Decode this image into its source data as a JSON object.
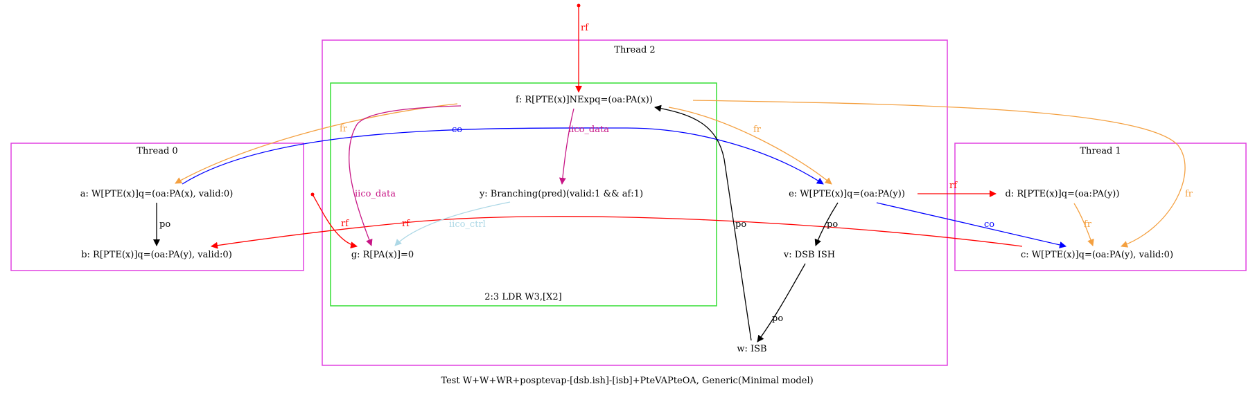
{
  "caption": "Test W+W+WR+posptevap-[dsb.ish]-[isb]+PteVAPteOA, Generic(Minimal model)",
  "colors": {
    "po": "#000000",
    "rf": "#ff0000",
    "fr": "#f4a040",
    "co": "#0000ff",
    "iico_data": "#c71585",
    "iico_ctrl": "#add8e6",
    "thread_cluster": "#e040e0",
    "instr_cluster": "#33dd33"
  },
  "clusters": {
    "thread0": "Thread 0",
    "thread1": "Thread 1",
    "thread2": "Thread 2",
    "instr": "2:3 LDR W3,[X2]"
  },
  "nodes": {
    "a": "a: W[PTE(x)]q=(oa:PA(x), valid:0)",
    "b": "b: R[PTE(x)]q=(oa:PA(y), valid:0)",
    "c": "c: W[PTE(x)]q=(oa:PA(y), valid:0)",
    "d": "d: R[PTE(x)]q=(oa:PA(y))",
    "e": "e: W[PTE(x)]q=(oa:PA(y))",
    "f": "f: R[PTE(x)]NExpq=(oa:PA(x))",
    "g": "g: R[PA(x)]=0",
    "y": "y: Branching(pred)(valid:1 && af:1)",
    "v": "v: DSB ISH",
    "w": "w: ISB"
  },
  "edges": {
    "po": "po",
    "rf": "rf",
    "fr": "fr",
    "co": "co",
    "iico_data": "iico_data",
    "iico_ctrl": "iico_ctrl"
  }
}
